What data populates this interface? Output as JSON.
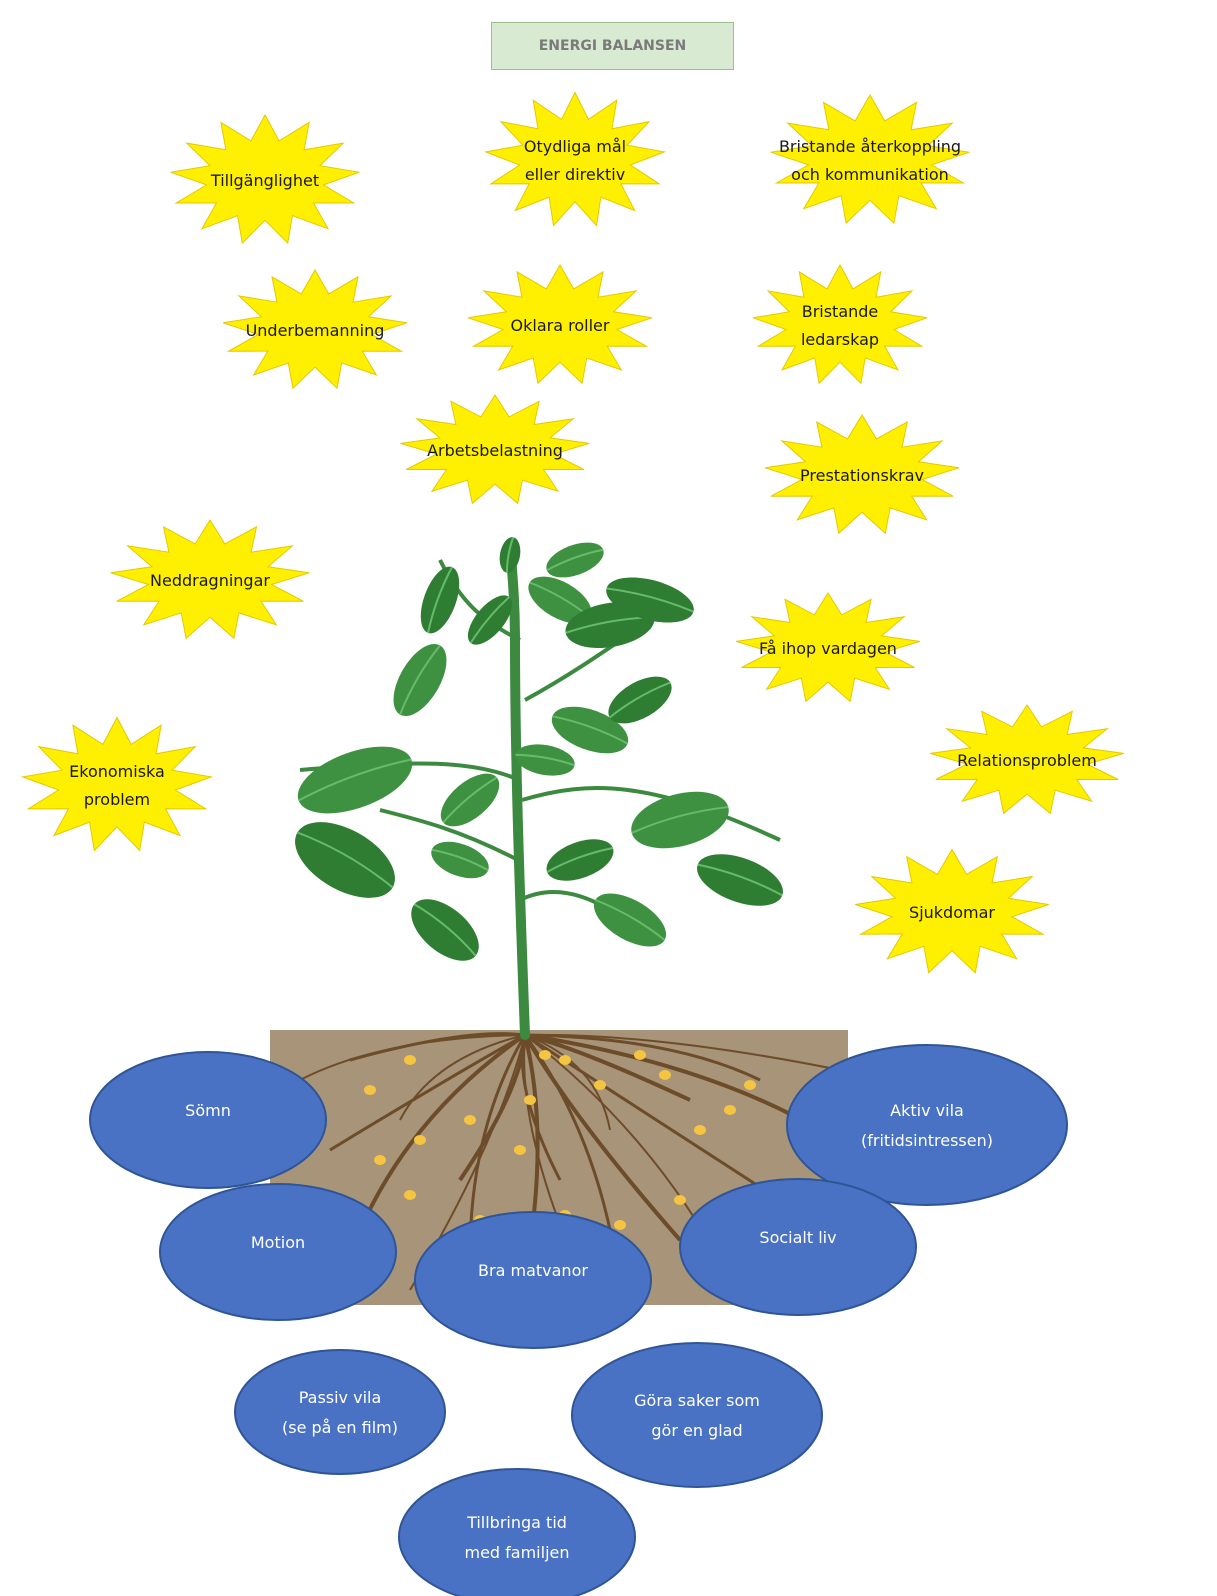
{
  "title": "ENERGI BALANSEN",
  "colors": {
    "star_fill": "#ffef00",
    "star_stroke": "#e6c800",
    "oval_fill": "#4a72c4",
    "oval_stroke": "#2f5597",
    "soil": "#a89479",
    "leaf_dark": "#2e7d32",
    "leaf_light": "#66bb6a",
    "root": "#6d4c2a",
    "nodule": "#f5c542"
  },
  "stressors": [
    {
      "lines": [
        "Tillgänglighet"
      ]
    },
    {
      "lines": [
        "Otydliga mål",
        "eller direktiv"
      ]
    },
    {
      "lines": [
        "Bristande återkoppling",
        "och kommunikation"
      ]
    },
    {
      "lines": [
        "Underbemanning"
      ]
    },
    {
      "lines": [
        "Oklara roller"
      ]
    },
    {
      "lines": [
        "Bristande",
        "ledarskap"
      ]
    },
    {
      "lines": [
        "Arbetsbelastning"
      ]
    },
    {
      "lines": [
        "Prestationskrav"
      ]
    },
    {
      "lines": [
        "Neddragningar"
      ]
    },
    {
      "lines": [
        "Få ihop vardagen"
      ]
    },
    {
      "lines": [
        "Ekonomiska",
        "problem"
      ]
    },
    {
      "lines": [
        "Relationsproblem"
      ]
    },
    {
      "lines": [
        "Sjukdomar"
      ]
    }
  ],
  "resources": [
    {
      "lines": [
        "Sömn"
      ]
    },
    {
      "lines": [
        "Aktiv vila",
        "(fritidsintressen)"
      ]
    },
    {
      "lines": [
        "Motion"
      ]
    },
    {
      "lines": [
        "Socialt liv"
      ]
    },
    {
      "lines": [
        "Bra matvanor"
      ]
    },
    {
      "lines": [
        "Passiv vila",
        "(se på en film)"
      ]
    },
    {
      "lines": [
        "Göra saker som",
        "gör en glad"
      ]
    },
    {
      "lines": [
        "Tillbringa tid",
        "med familjen"
      ]
    }
  ]
}
